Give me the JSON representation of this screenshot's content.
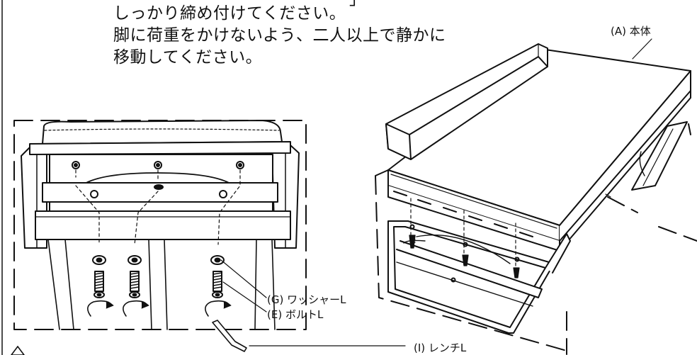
{
  "instructions": {
    "line0": "」",
    "line1": "しっかり締め付けてください。",
    "line2": "脚に荷重をかけないよう、二人以上で静かに",
    "line3": "移動してください。"
  },
  "labels": {
    "main_body": "(A) 本体",
    "washer": "(G) ワッシャーL",
    "bolt": "(E) ボルトL",
    "wrench": "(I) レンチL"
  }
}
